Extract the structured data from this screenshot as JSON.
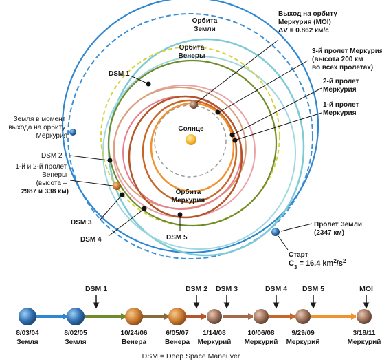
{
  "orbits": {
    "earth": "Орбита Земли",
    "venus": "Орбита Венеры",
    "mercury": "Орбита Меркурия",
    "sun": "Солнце"
  },
  "labels": {
    "moi": "Выход на орбиту Меркурия (MOI) ΔV = 0.862 км/с",
    "flyby_m3": "3-й пролет Меркурия (высота 200 км во всех пролетах)",
    "flyby_m2": "2-й пролет Меркурия",
    "flyby_m1": "1-й пролет Меркурия",
    "earth_at_moi": "Земля в момент выхода на орбиту Меркурия",
    "dsm1": "DSM 1",
    "dsm2": "DSM 2",
    "dsm3": "DSM 3",
    "dsm4": "DSM 4",
    "dsm5": "DSM 5",
    "venus_flybys": "1-й и 2-й пролет Венеры (высота – 2987 и 338 км)",
    "earth_flyby": "Пролет Земли (2347 км)",
    "launch": "Старт C3 = 16.4 km2/s2"
  },
  "colors": {
    "earth_orbit": "#3a8fd6",
    "venus_orbit": "#d7d13a",
    "mercury_orbit": "#9a9a9a",
    "traj_earth": "#7ccbd6",
    "traj_venus": "#6f8b2a",
    "traj_mercury": "#c8662a",
    "traj_final": "#f0922e",
    "sun": "#f5b82e"
  },
  "timeline": [
    {
      "date": "8/03/04",
      "body": "Земля",
      "planet": "earth"
    },
    {
      "date": "8/02/05",
      "body": "Земля",
      "planet": "earth"
    },
    {
      "date": "10/24/06",
      "body": "Венера",
      "planet": "venus"
    },
    {
      "date": "6/05/07",
      "body": "Венера",
      "planet": "venus"
    },
    {
      "date": "1/14/08",
      "body": "Меркурий",
      "planet": "mercury"
    },
    {
      "date": "10/06/08",
      "body": "Меркурий",
      "planet": "mercury"
    },
    {
      "date": "9/29/09",
      "body": "Меркурий",
      "planet": "mercury"
    },
    {
      "date": "3/18/11",
      "body": "Меркурий",
      "planet": "mercury"
    }
  ],
  "timeline_events": [
    "DSM 1",
    "DSM 2",
    "DSM 3",
    "DSM 4",
    "DSM 5",
    "MOI"
  ],
  "footnote": "DSM = Deep Space Maneuver"
}
